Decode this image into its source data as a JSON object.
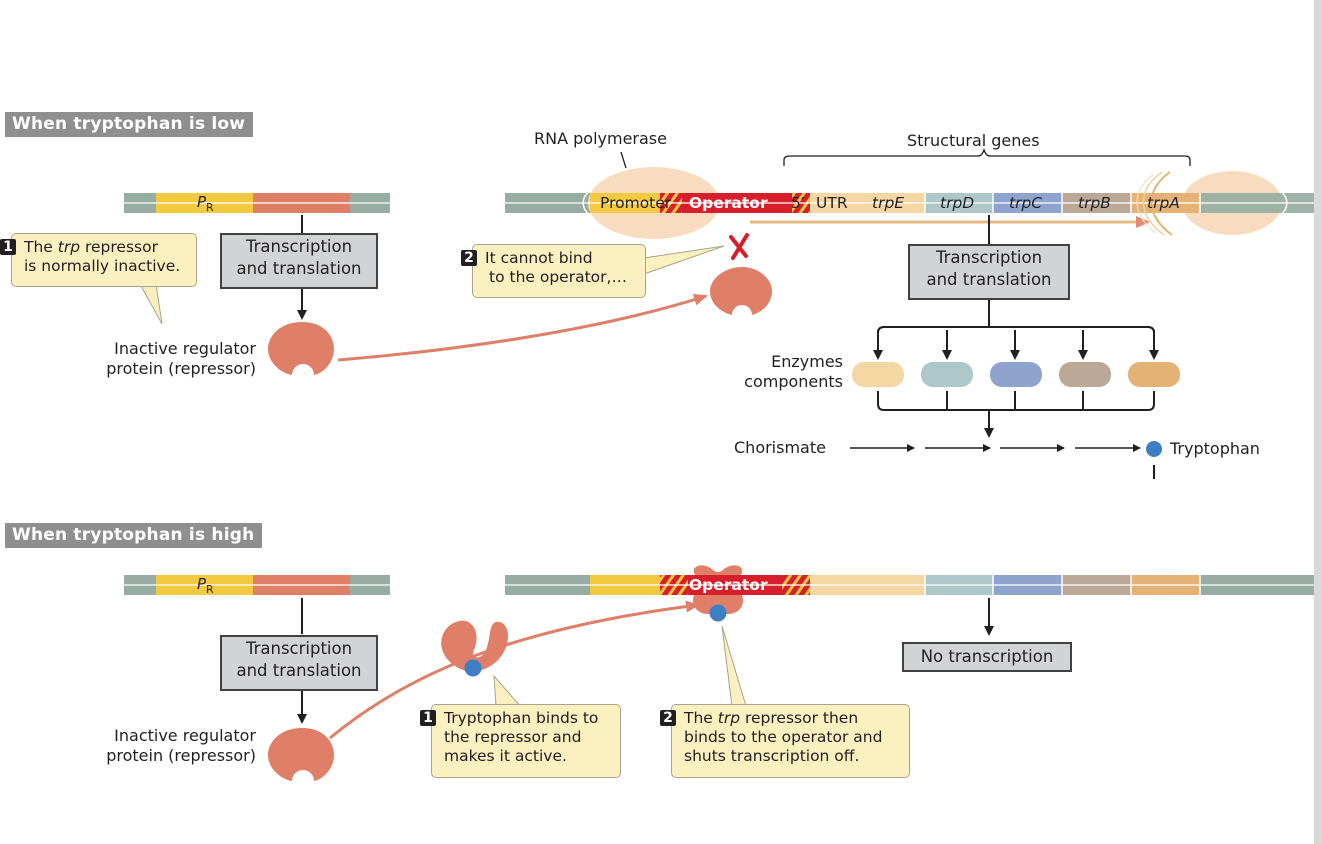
{
  "sections": {
    "low": {
      "title": "When tryptophan is low",
      "regulator_gene": {
        "promoter_label": "P",
        "promoter_subscript": "R"
      },
      "callout1": {
        "number": "1",
        "text_pre": "The ",
        "text_italic": "trp",
        "text_post": " repressor",
        "line2": "is normally inactive."
      },
      "tt_box": {
        "line1": "Transcription",
        "line2": "and translation"
      },
      "repressor_label": {
        "line1": "Inactive regulator",
        "line2": "protein (repressor)"
      },
      "rna_polymerase_label": "RNA polymerase",
      "structural_genes_label": "Structural genes",
      "operon": {
        "promoter": "Promoter",
        "operator": "Operator",
        "utr_prime": "5′",
        "utr": "UTR",
        "genes": [
          "trpE",
          "trpD",
          "trpC",
          "trpB",
          "trpA"
        ]
      },
      "callout2": {
        "number": "2",
        "line1": "It cannot bind",
        "line2": "to the operator,…"
      },
      "tt_box2": {
        "line1": "Transcription",
        "line2": "and translation"
      },
      "enzymes_label": {
        "line1": "Enzymes",
        "line2": "components"
      },
      "pathway": {
        "start": "Chorismate",
        "end": "Tryptophan"
      }
    },
    "high": {
      "title": "When tryptophan is high",
      "regulator_gene": {
        "promoter_label": "P",
        "promoter_subscript": "R"
      },
      "tt_box": {
        "line1": "Transcription",
        "line2": "and translation"
      },
      "repressor_label": {
        "line1": "Inactive regulator",
        "line2": "protein (repressor)"
      },
      "operator": "Operator",
      "no_transcription": "No transcription",
      "callout1": {
        "number": "1",
        "line1": "Tryptophan binds to",
        "line2": "the repressor and",
        "line3": "makes it active."
      },
      "callout2": {
        "number": "2",
        "line1_pre": "The ",
        "line1_italic": "trp",
        "line1_post": " repressor then",
        "line2": "binds to the operator and",
        "line3": "shuts transcription off."
      }
    }
  },
  "colors": {
    "dna_flank": "#97aca3",
    "promoter_yellow": "#f2c93f",
    "regulator_gene": "#df7f68",
    "operator_red": "#d61f2b",
    "utr_trpE": "#f4d7a3",
    "trpD": "#aec8c9",
    "trpC": "#8fa3cf",
    "trpB": "#bba897",
    "trpA": "#e3b274",
    "repressor": "#df7f68",
    "polymerase": "#f8dcc0",
    "tryptophan": "#3d7fc4",
    "callout_bg": "#fbf0c0",
    "box_gray": "#d1d3d4",
    "section_header": "#8f8f90"
  }
}
